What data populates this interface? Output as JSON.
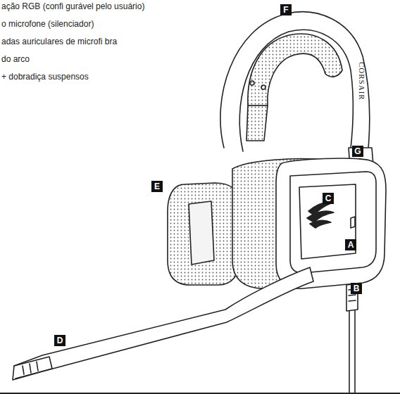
{
  "diagram": {
    "labels": [
      "ação RGB (confi gurável pelo usuário)",
      "o microfone (silenciador)",
      "adas auriculares de microfi bra",
      "do arco",
      "+ dobradiça suspensos",
      "F",
      "G",
      "C",
      "A",
      "E",
      "B",
      "D",
      "CORSAIR"
    ]
  }
}
